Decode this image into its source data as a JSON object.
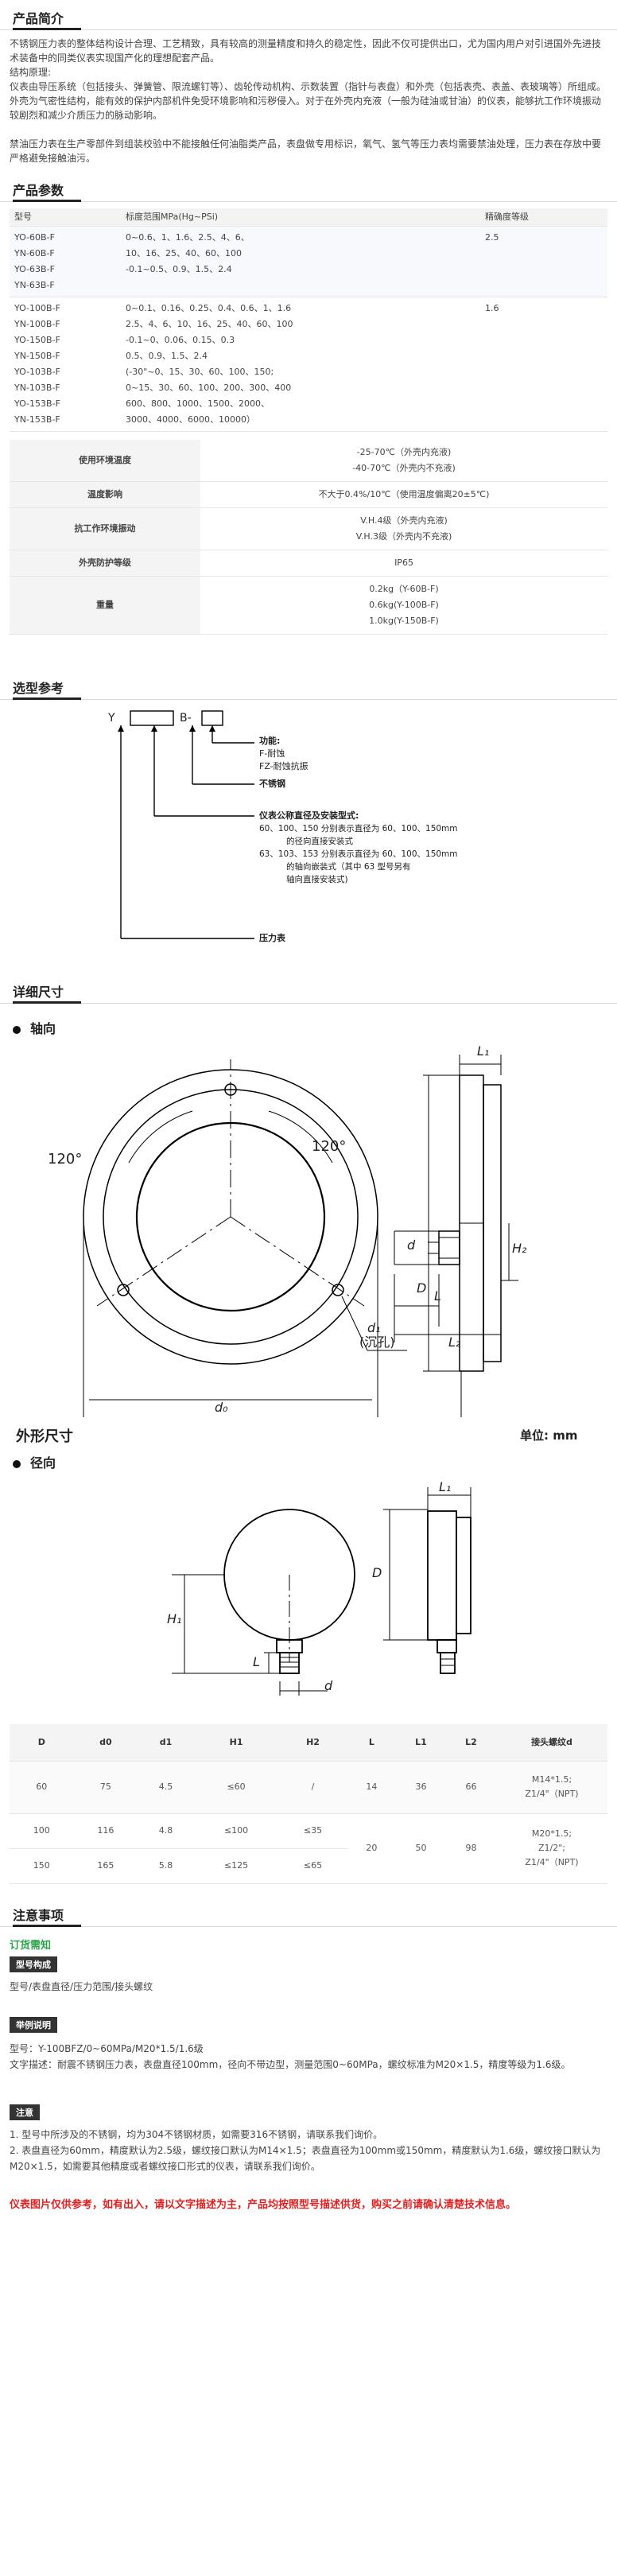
{
  "intro": {
    "heading": "产品简介",
    "para1": "不锈钢压力表的整体结构设计合理、工艺精致，具有较高的测量精度和持久的稳定性，因此不仅可提供出口，尤为国内用户对引进国外先进技术装备中的同类仪表实现国产化的理想配套产品。",
    "principle_label": "结构原理:",
    "para2": "仪表由导压系统（包括接头、弹簧管、限流螺钉等）、齿轮传动机构、示数装置（指针与表盘）和外壳（包括表壳、表盖、表玻璃等）所组成。外壳为气密性结构，能有效的保护内部机件免受环境影响和污秽侵入。对于在外壳内充液（一般为硅油或甘油）的仪表，能够抗工作环境振动较剧烈和减少介质压力的脉动影响。",
    "para3": "禁油压力表在生产零部件到组装校验中不能接触任何油脂类产品，表盘做专用标识，氧气、氢气等压力表均需要禁油处理，压力表在存放中要严格避免接触油污。"
  },
  "params": {
    "heading": "产品参数",
    "headers": [
      "型号",
      "标度范围MPa(Hg~PSi)",
      "精确度等级"
    ],
    "group1": {
      "models": [
        "YO-60B-F",
        "YN-60B-F",
        "YO-63B-F",
        "YN-63B-F"
      ],
      "ranges": [
        "0~0.6、1、1.6、2.5、4、6、",
        "10、16、25、40、60、100",
        "-0.1~0.5、0.9、1.5、2.4",
        ""
      ],
      "accuracy": "2.5"
    },
    "group2": {
      "models": [
        "YO-100B-F",
        "YN-100B-F",
        "YO-150B-F",
        "YN-150B-F",
        "YO-103B-F",
        "YN-103B-F",
        "YO-153B-F",
        "YN-153B-F"
      ],
      "ranges": [
        "0~0.1、0.16、0.25、0.4、0.6、1、1.6",
        "2.5、4、6、10、16、25、40、60、100",
        "-0.1~0、0.06、0.15、0.3",
        "0.5、0.9、1.5、2.4",
        "(-30\"~0、15、30、60、100、150;",
        "0~15、30、60、100、200、300、400",
        "600、800、1000、1500、2000、",
        "3000、4000、6000、10000）"
      ],
      "accuracy": "1.6"
    }
  },
  "env": [
    {
      "label": "使用环境温度",
      "lines": [
        "-25-70℃（外壳内充液)",
        "-40-70℃（外壳内不充液)"
      ]
    },
    {
      "label": "温度影响",
      "lines": [
        "不大于0.4%/10℃（使用温度偏离20±5℃)"
      ]
    },
    {
      "label": "抗工作环境振动",
      "lines": [
        "V.H.4级（外壳内充液)",
        "V.H.3级（外壳内不充液)"
      ]
    },
    {
      "label": "外壳防护等级",
      "lines": [
        "IP65"
      ]
    },
    {
      "label": "重量",
      "lines": [
        "0.2kg（Y-60B-F)",
        "0.6kg(Y-100B-F)",
        "1.0kg(Y-150B-F)"
      ]
    }
  ],
  "selection": {
    "heading": "选型参考",
    "code_y": "Y",
    "code_b": "B-",
    "func_title": "功能:",
    "func_f": "F-耐蚀",
    "func_fz": "FZ-耐蚀抗振",
    "stainless": "不锈钢",
    "size_title": "仪表公称直径及安装型式:",
    "size_lines": [
      "60、100、150 分别表示直径为 60、100、150mm",
      "的径向直接安装式",
      "63、103、153 分别表示直径为 60、100、150mm",
      "的轴向嵌装式（其中 63 型号另有",
      "轴向直接安装式)"
    ],
    "gauge": "压力表"
  },
  "dimensions": {
    "heading": "详细尺寸",
    "axial": "轴向",
    "angle_left": "120°",
    "angle_right": "120°",
    "sink_hole": "(沉孔)",
    "outline_title": "外形尺寸",
    "unit": "单位: mm",
    "radial": "径向"
  },
  "dim_table": {
    "headers": [
      "D",
      "d0",
      "d1",
      "H1",
      "H2",
      "L",
      "L1",
      "L2",
      "接头螺纹d"
    ],
    "rows": [
      [
        "60",
        "75",
        "4.5",
        "≤60",
        "/",
        "14",
        "36",
        "66"
      ],
      [
        "100",
        "116",
        "4.8",
        "≤100",
        "≤35",
        "20",
        "50",
        ""
      ],
      [
        "150",
        "165",
        "5.8",
        "≤125",
        "≤65",
        "",
        "",
        "98"
      ]
    ],
    "thread1": [
      "M14*1.5;",
      "Z1/4\"（NPT)"
    ],
    "thread2": [
      "M20*1.5;",
      "Z1/2\";",
      "Z1/4\"（NPT)"
    ]
  },
  "notice": {
    "heading": "注意事项",
    "order_title": "订货需知",
    "tag1": "型号构成",
    "model_text": "型号/表盘直径/压力范围/接头螺纹",
    "tag2": "举例说明",
    "example1": "型号：Y-100BFZ/0~60MPa/M20*1.5/1.6级",
    "example2": "文字描述：耐震不锈钢压力表，表盘直径100mm，径向不带边型，测量范围0~60MPa，螺纹标准为M20×1.5，精度等级为1.6级。",
    "tag3": "注意",
    "note1": "1. 型号中所涉及的不锈钢，均为304不锈钢材质，如需要316不锈钢，请联系我们询价。",
    "note2": "2. 表盘直径为60mm，精度默认为2.5级，螺纹接口默认为M14×1.5；表盘直径为100mm或150mm，精度默认为1.6级，螺纹接口默认为M20×1.5，如需要其他精度或者螺纹接口形式的仪表，请联系我们询价。",
    "red": "仪表图片仅供参考，如有出入，请以文字描述为主，产品均按照型号描述供货，购买之前请确认清楚技术信息。"
  }
}
